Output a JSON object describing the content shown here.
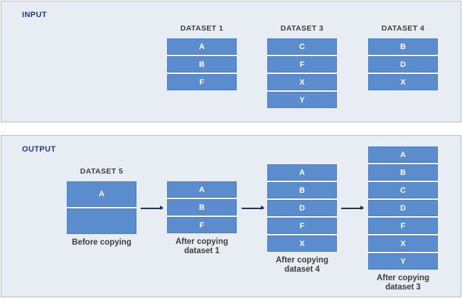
{
  "input_panel": {
    "title": "INPUT",
    "datasets": [
      {
        "name": "DATASET 1",
        "items": [
          "A",
          "B",
          "F"
        ]
      },
      {
        "name": "DATASET 3",
        "items": [
          "C",
          "F",
          "X",
          "Y"
        ]
      },
      {
        "name": "DATASET 4",
        "items": [
          "B",
          "D",
          "X"
        ]
      }
    ]
  },
  "output_panel": {
    "title": "OUTPUT",
    "stages": [
      {
        "header": "DATASET 5",
        "items": [
          "A",
          ""
        ],
        "caption": "Before copying"
      },
      {
        "items": [
          "A",
          "B",
          "F"
        ],
        "caption": "After copying\ndataset 1"
      },
      {
        "items": [
          "A",
          "B",
          "D",
          "F",
          "X"
        ],
        "caption": "After copying\ndataset 4"
      },
      {
        "items": [
          "A",
          "B",
          "C",
          "D",
          "F",
          "X",
          "Y"
        ],
        "caption": "After copying\ndataset 3"
      }
    ],
    "arrows": [
      "right-arrow",
      "right-arrow",
      "right-arrow"
    ]
  },
  "colors": {
    "panel_bg": "#e8edf4",
    "panel_border": "#abbfd3",
    "box_fill": "#5b8cce",
    "box_border": "#4d7ec0",
    "box_text": "#ffffff",
    "heading": "#1e3c7b",
    "label_text": "#3d3d3d",
    "arrow": "#17365d",
    "gap": "#ffffff"
  }
}
